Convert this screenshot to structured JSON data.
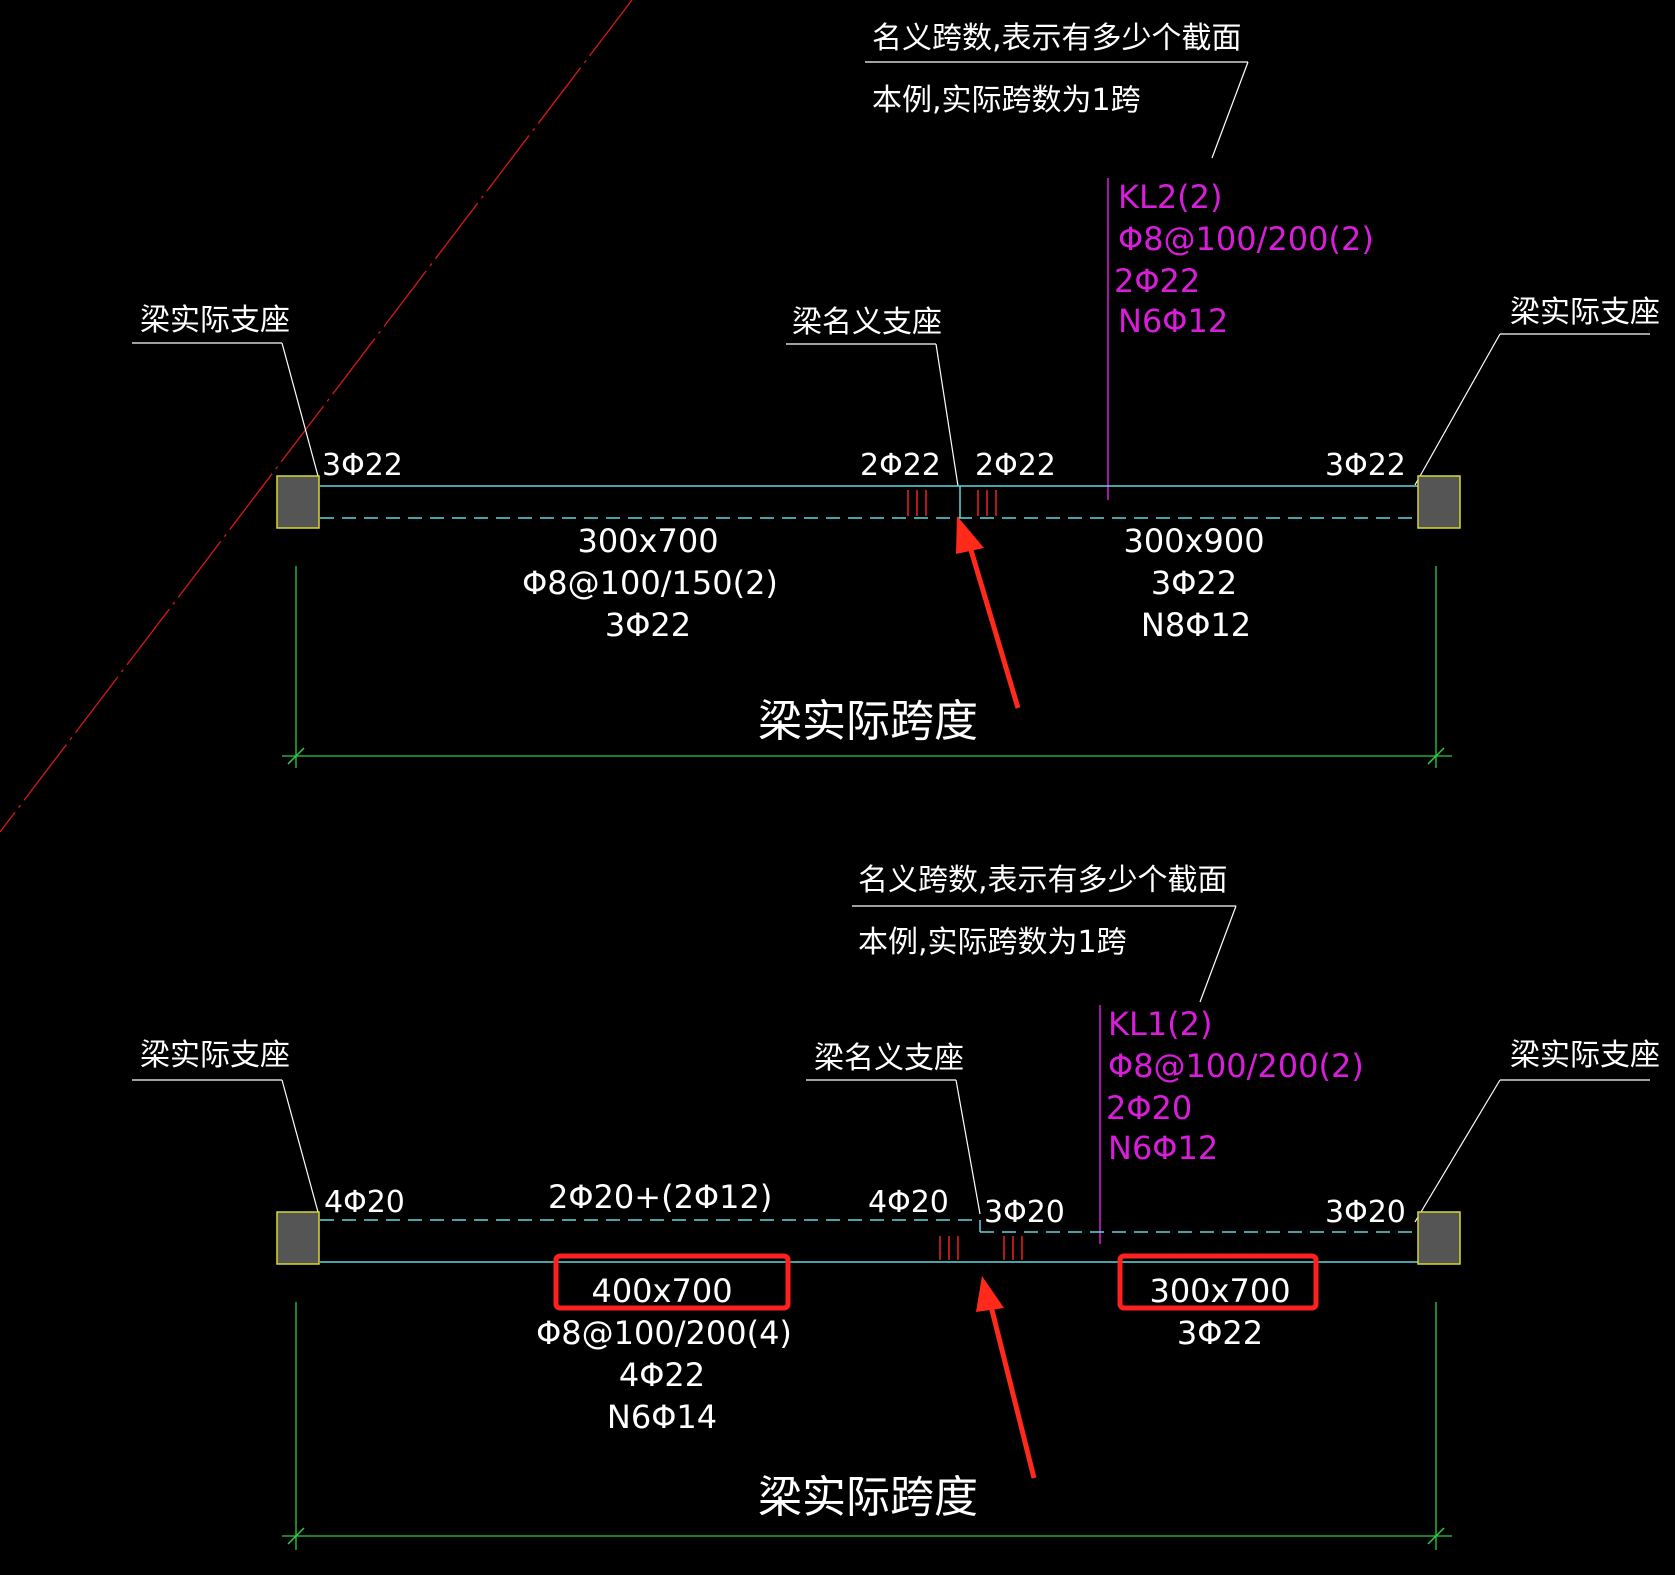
{
  "colors": {
    "background": "#000000",
    "annotation_text": "#ffffff",
    "beam_line": "#5fd8e0",
    "dimension_line": "#2ecc40",
    "magenta_label": "#d81ed8",
    "support_fill": "#555555",
    "support_outline": "#d8d830",
    "red_marker": "#ff2a1a",
    "stirrup_marks": "#e02020"
  },
  "top": {
    "callout_line1": "名义跨数,表示有多少个截面",
    "callout_line2": "本例,实际跨数为1跨",
    "beam_label": {
      "name": "KL2(2)",
      "stirrup": "Φ8@100/200(2)",
      "top_rebar": "2Φ22",
      "side_rebar": "N6Φ12"
    },
    "left_support_label": "梁实际支座",
    "right_support_label": "梁实际支座",
    "nominal_support_label": "梁名义支座",
    "rebar_left": "3Φ22",
    "rebar_mid_left": "2Φ22",
    "rebar_mid_right": "2Φ22",
    "rebar_right": "3Φ22",
    "span1": {
      "section": "300x700",
      "stirrup": "Φ8@100/150(2)",
      "bottom": "3Φ22"
    },
    "span2": {
      "section": "300x900",
      "bottom": "3Φ22",
      "side": "N8Φ12"
    },
    "span_label": "梁实际跨度"
  },
  "bottom": {
    "callout_line1": "名义跨数,表示有多少个截面",
    "callout_line2": "本例,实际跨数为1跨",
    "beam_label": {
      "name": "KL1(2)",
      "stirrup": "Φ8@100/200(2)",
      "top_rebar": "2Φ20",
      "side_rebar": "N6Φ12"
    },
    "left_support_label": "梁实际支座",
    "right_support_label": "梁实际支座",
    "nominal_support_label": "梁名义支座",
    "rebar_left": "4Φ20",
    "rebar_top_mid": "2Φ20+(2Φ12)",
    "rebar_mid_left": "4Φ20",
    "rebar_mid_right": "3Φ20",
    "rebar_right": "3Φ20",
    "span1": {
      "section": "400x700",
      "stirrup": "Φ8@100/200(4)",
      "bottom": "4Φ22",
      "side": "N6Φ14"
    },
    "span2": {
      "section": "300x700",
      "bottom": "3Φ22"
    },
    "span_label": "梁实际跨度"
  }
}
